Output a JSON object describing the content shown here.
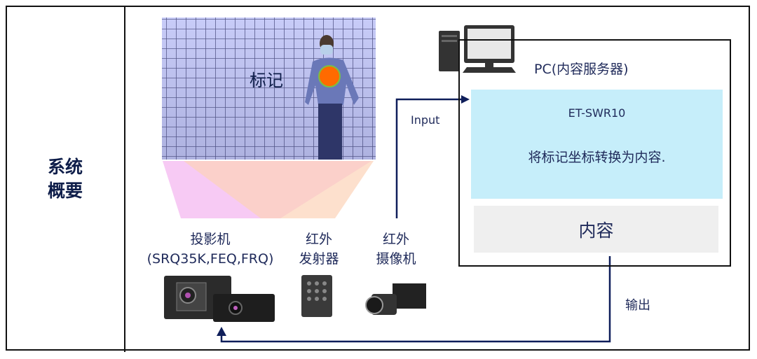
{
  "side_title_line1": "系统",
  "side_title_line2": "概要",
  "scene": {
    "marker_label": "标记"
  },
  "devices": {
    "projector_line1": "投影机",
    "projector_line2": "(SRQ35K,FEQ,FRQ)",
    "emitter_line1": "红外",
    "emitter_line2": "发射器",
    "camera_line1": "红外",
    "camera_line2": "摄像机"
  },
  "pc": {
    "title": "PC(内容服务器)",
    "software": "ET-SWR10",
    "description": "将标记坐标转换为内容.",
    "content": "内容"
  },
  "arrows": {
    "input": "Input",
    "output": "输出"
  },
  "colors": {
    "navy": "#0f1e5a",
    "cyan": "#c6eefa",
    "marker": "#ff6a00"
  }
}
